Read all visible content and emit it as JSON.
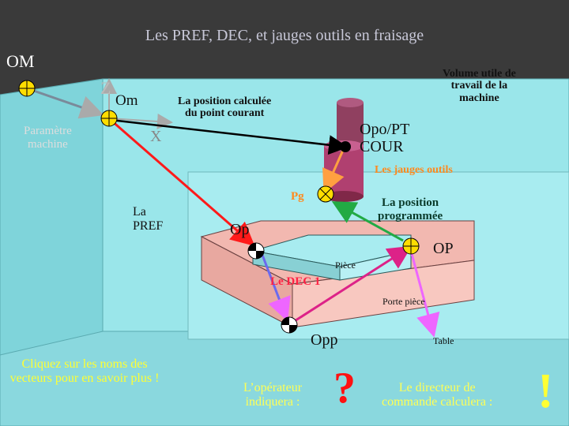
{
  "title": "Les PREF, DEC, et jauges outils en fraisage",
  "labels": {
    "om_big": "OM",
    "param_line1": "Paramètre",
    "param_line2": "machine",
    "axis_z": "Z",
    "om": "Om",
    "axis_x": "X",
    "pos_calc_line1": "La position calculée",
    "pos_calc_line2": "du point courant",
    "volume_line1": "Volume utile de",
    "volume_line2": "travail de la",
    "volume_line3": "machine",
    "opo_line1": "Opo/PT",
    "opo_line2": "COUR",
    "jauges": "Les jauges outils",
    "pg": "Pg",
    "pos_prog_line1": "La position",
    "pos_prog_line2": "programmée",
    "la_pref_line1": "La",
    "la_pref_line2": "PREF",
    "op_left": "Op",
    "op_right": "OP",
    "piece": "Pièce",
    "dec": "Le DEC 1",
    "porte_piece": "Porte pièce",
    "opp": "Opp",
    "table": "Table"
  },
  "footer": {
    "cliquez": "Cliquez sur les noms des vecteurs pour en savoir plus !",
    "operateur_line1": "L’opérateur",
    "operateur_line2": "indiquera :",
    "question": "?",
    "directeur_line1": "Le directeur de",
    "directeur_line2": "commande calculera :",
    "exclamation": "!"
  },
  "colors": {
    "background": "#3a3a3a",
    "volume_box": "#8fe0e6",
    "pref_vector": "#ff1a1a",
    "jauge_vector": "#ffa040",
    "prog_vector": "#22aa44",
    "dec_vector": "#dd2288",
    "table_vector": "#ee66ff",
    "fixture_face": "#f2b8b0",
    "tool": "#b04070"
  },
  "icons": [
    "crosshair-circle-icon",
    "quadrant-origin-icon"
  ]
}
